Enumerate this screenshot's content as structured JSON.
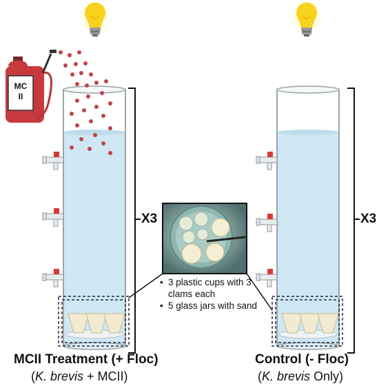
{
  "sprayer": {
    "label_line1": "MC",
    "label_line2": "II"
  },
  "left_column": {
    "title": "MCII Treatment (+ Floc)",
    "subtitle_italic": "K. brevis",
    "subtitle_rest": " + MCII)",
    "replicates": "X3"
  },
  "right_column": {
    "title": "Control (- Floc)",
    "subtitle_italic": "K. brevis",
    "subtitle_rest": " Only)",
    "replicates": "X3"
  },
  "detail": {
    "bullets": [
      "3 plastic cups with 3 clams each",
      "5 glass jars with sand"
    ]
  },
  "icons": [
    "light-bulb-icon",
    "sprayer-icon",
    "valve-icon",
    "cup-icon"
  ],
  "colors": {
    "water": "#cfe7f2",
    "tube_outline": "#9aa3a8",
    "valve_red": "#d33b33",
    "particle": "#c0444a",
    "bulb": "#f8d21e",
    "sprayer_red": "#c63a3e"
  }
}
